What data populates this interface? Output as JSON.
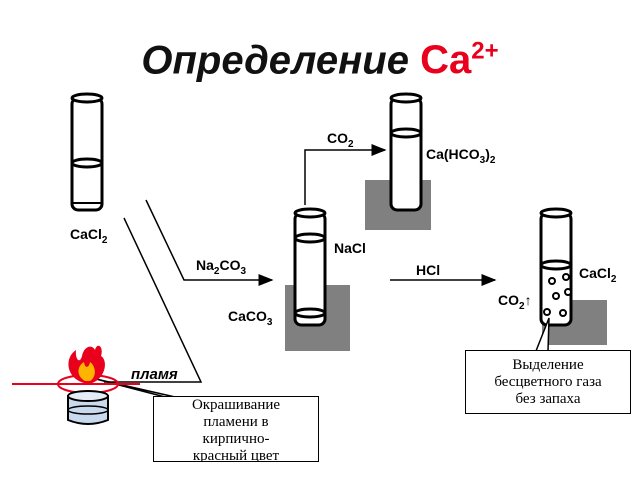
{
  "title": {
    "word": "Определение",
    "ion": "Ca",
    "charge": "2+"
  },
  "labels": {
    "cacl2_left": {
      "main": "CaCl",
      "sub": "2"
    },
    "co2_top": {
      "main": "CO",
      "sub": "2"
    },
    "cahco3": {
      "main": "Ca(HCO",
      "sub": "3",
      "end": ")",
      "sub2": "2"
    },
    "nacl": "NaCl",
    "na2co3": {
      "a": "Na",
      "sub1": "2",
      "b": "CO",
      "sub2": "3"
    },
    "hcl": "HCl",
    "cacl2_right": {
      "main": "CaCl",
      "sub": "2"
    },
    "co2_right": {
      "main": "CO",
      "sub": "2",
      "arrow": "↑"
    },
    "caco3": {
      "main": "CaCO",
      "sub": "3"
    },
    "flame": "пламя"
  },
  "callouts": {
    "gas": [
      "Выделение",
      "бесцветного газа",
      "без запаха"
    ],
    "flame": [
      "Окрашивание",
      "пламени в",
      "кирпично-",
      "красный цвет"
    ]
  },
  "colors": {
    "accent": "#e8001c",
    "precipitate": "#808080"
  }
}
